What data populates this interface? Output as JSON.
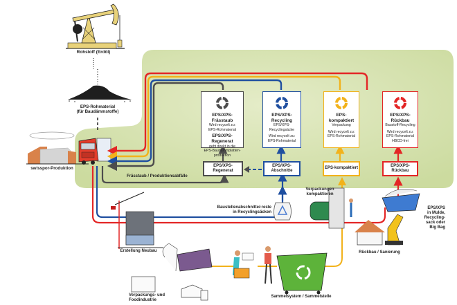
{
  "colors": {
    "red": "#e32626",
    "yellow": "#f2b21b",
    "blue": "#1f4fa0",
    "grey": "#4d4d4d",
    "green_bg": "#d7e3b0",
    "green_container": "#5db33a"
  },
  "top": {
    "rohstoff_label": "Rohstoff (Erdöl)",
    "rohmaterial_label_line1": "EPS-Rohmaterial",
    "rohmaterial_label_line2": "(für Baudämmstoffe)"
  },
  "production": {
    "label": "swisspor-Produktion",
    "waste_label": "Frässtaub / Produktionsabfälle"
  },
  "boxes": [
    {
      "id": "frasstaub",
      "title": "EPS/XPS-Frässtaub",
      "lines": [
        "Wird recycelt zu:",
        "EPS-Rohmaterial"
      ],
      "title2": "EPS/XPS-Regenerat",
      "lines2": [
        "geht direkt in die",
        "EPS-Baudämmplatten-",
        "produktion"
      ],
      "icon": "recycle-ring-grey-icon"
    },
    {
      "id": "recycling",
      "title": "EPS/XPS-Recycling",
      "lines": [
        "EPS/XPS-Recyclingsäcke"
      ],
      "lines2": [
        "Wird recycelt zu:",
        "EPS-Rohmaterial"
      ],
      "icon": "recycle-ring-blue-icon"
    },
    {
      "id": "kompaktiert",
      "title": "EPS-kompaktiert",
      "lines": [
        "Verpackung"
      ],
      "lines2": [
        "Wird recycelt zu:",
        "EPS-Rohmaterial"
      ],
      "icon": "recycle-ring-yellow-icon"
    },
    {
      "id": "rueckbau",
      "title": "EPS/XPS-Rückbau",
      "lines": [
        "Baustoff-Recycling"
      ],
      "lines2": [
        "Wird recycelt zu:",
        "EPS-Rohmaterial",
        "HBCD-frei"
      ],
      "icon": "recycle-ring-red-icon"
    }
  ],
  "small_boxes": [
    {
      "id": "regenerat",
      "line1": "EPS/XPS-",
      "line2": "Regenerat"
    },
    {
      "id": "abschnitte",
      "line1": "EPS/XPS-",
      "line2": "Abschnitte"
    },
    {
      "id": "kompaktiert",
      "line1": "EPS-kompaktiert",
      "line2": ""
    },
    {
      "id": "rueckbau",
      "line1": "EPS/XPS-",
      "line2": "Rückbau"
    }
  ],
  "scenes": {
    "baustelle_line1": "Baustellenabschnitte/-reste",
    "baustelle_line2": "in Recyclingsäcken",
    "verpackungen_line1": "Verpackungen",
    "verpackungen_line2": "kompaktieren",
    "mulde_line1": "EPS/XPS",
    "mulde_line2": "in Mulde,",
    "mulde_line3": "Recycling-",
    "mulde_line4": "sack oder",
    "mulde_line5": "Big Bag",
    "neubau": "Erstellung Neubau",
    "rueckbau": "Rückbau / Sanierung",
    "sammel": "Sammelsystem / Sammelstelle",
    "food_line1": "Verpackungs- und",
    "food_line2": "Foodindustrie"
  }
}
